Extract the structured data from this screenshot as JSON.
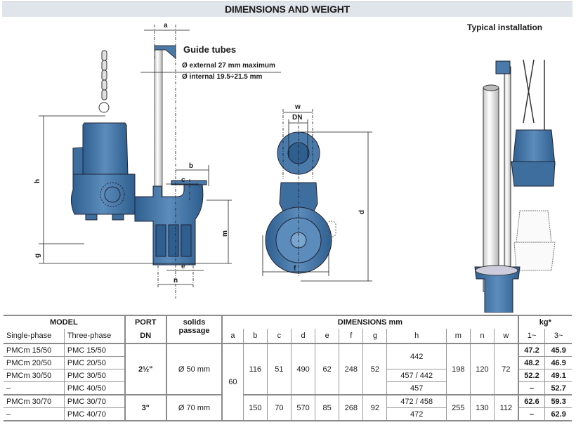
{
  "header": {
    "title": "DIMENSIONS AND WEIGHT"
  },
  "drawing": {
    "guide_tubes_title": "Guide tubes",
    "guide_tubes_external": "Ø external 27 mm maximum",
    "guide_tubes_internal": "Ø internal 19.5÷21.5 mm",
    "typical_installation": "Typical installation",
    "dimension_labels": {
      "a": "a",
      "b": "b",
      "c": "c",
      "d": "d",
      "e": "e",
      "f": "f",
      "g": "g",
      "h": "h",
      "m": "m",
      "n": "n",
      "w": "w",
      "dn": "DN"
    },
    "colors": {
      "pump_blue": "#3d6e9e",
      "pump_blue_light": "#5b8cbc",
      "tube_white": "#f2f2f2",
      "line": "#1a1a1a"
    }
  },
  "table": {
    "headers": {
      "model": "MODEL",
      "port": "PORT",
      "dn": "DN",
      "solids": "solids passage",
      "dimensions": "DIMENSIONS mm",
      "kg": "kg*",
      "single_phase": "Single-phase",
      "three_phase": "Three-phase",
      "cols": [
        "a",
        "b",
        "c",
        "d",
        "e",
        "f",
        "g",
        "h",
        "m",
        "n",
        "w"
      ],
      "kg1": "1~",
      "kg3": "3~"
    },
    "groups": [
      {
        "port": "2½\"",
        "solids": "Ø 50 mm",
        "b": "116",
        "c": "51",
        "d": "490",
        "e": "62",
        "f": "248",
        "g": "52",
        "m": "198",
        "n": "120",
        "w": "72",
        "rows": [
          {
            "single": "PMCm 15/50",
            "three": "PMC 15/50",
            "kg1": "47.2",
            "kg3": "45.9"
          },
          {
            "single": "PMCm 20/50",
            "three": "PMC 20/50",
            "kg1": "48.2",
            "kg3": "46.9"
          },
          {
            "single": "PMCm 30/50",
            "three": "PMC 30/50",
            "kg1": "52.2",
            "kg3": "49.1"
          },
          {
            "single": "–",
            "three": "PMC 40/50",
            "kg1": "–",
            "kg3": "52.7"
          }
        ],
        "h_values": [
          "442",
          "457 / 442",
          "457"
        ]
      },
      {
        "port": "3\"",
        "solids": "Ø 70 mm",
        "b": "150",
        "c": "70",
        "d": "570",
        "e": "85",
        "f": "268",
        "g": "92",
        "m": "255",
        "n": "130",
        "w": "112",
        "rows": [
          {
            "single": "PMCm 30/70",
            "three": "PMC 30/70",
            "kg1": "62.6",
            "kg3": "59.3"
          },
          {
            "single": "–",
            "three": "PMC 40/70",
            "kg1": "–",
            "kg3": "62.9"
          }
        ],
        "h_values": [
          "472 / 458",
          "472"
        ]
      }
    ],
    "a_value": "60"
  }
}
